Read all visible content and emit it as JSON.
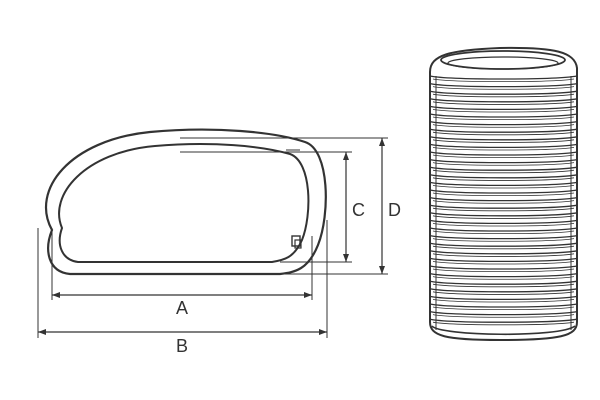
{
  "diagram": {
    "dimension_labels": {
      "a": "A",
      "b": "B",
      "c": "C",
      "d": "D"
    },
    "views": [
      {
        "name": "cross-section-view"
      },
      {
        "name": "hose-side-view"
      }
    ],
    "colors": {
      "line": "#333333",
      "background": "#ffffff",
      "fill_light": "#ffffff"
    }
  }
}
